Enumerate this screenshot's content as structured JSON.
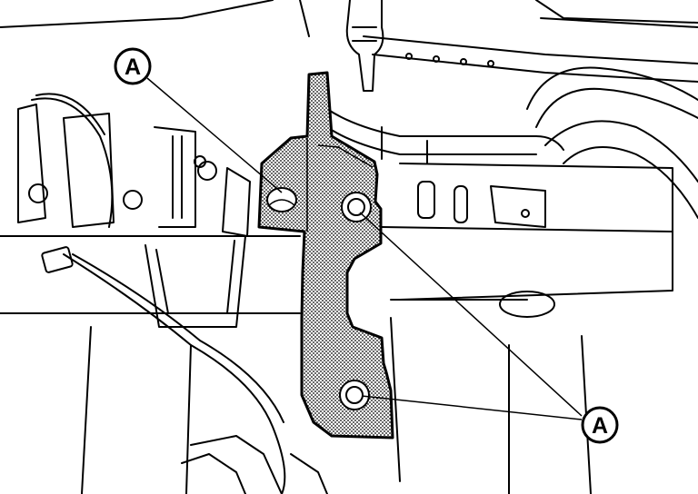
{
  "callouts": [
    {
      "id": "top",
      "label": "A"
    },
    {
      "id": "bottom",
      "label": "A"
    }
  ],
  "colors": {
    "line": "#000000",
    "background": "#ffffff",
    "highlight_fill": "#c8c8c8"
  }
}
